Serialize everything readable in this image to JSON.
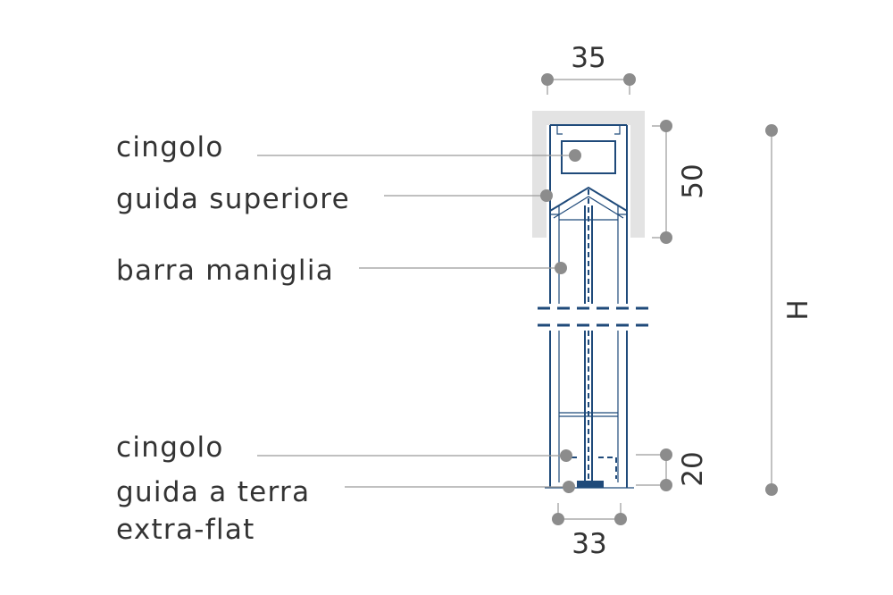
{
  "labels": {
    "top_belt": "cingolo",
    "top_guide": "guida superiore",
    "handle_bar": "barra maniglia",
    "bottom_belt": "cingolo",
    "floor_guide_line1": "guida a terra",
    "floor_guide_line2": "extra-flat"
  },
  "dimensions": {
    "top_width": "35",
    "top_height": "50",
    "bottom_height": "20",
    "bottom_width": "33",
    "total_height": "H"
  },
  "colors": {
    "profile": "#1f4a7a",
    "housing": "#e3e3e3",
    "dots": "#8c8c8c",
    "text": "#333333"
  }
}
